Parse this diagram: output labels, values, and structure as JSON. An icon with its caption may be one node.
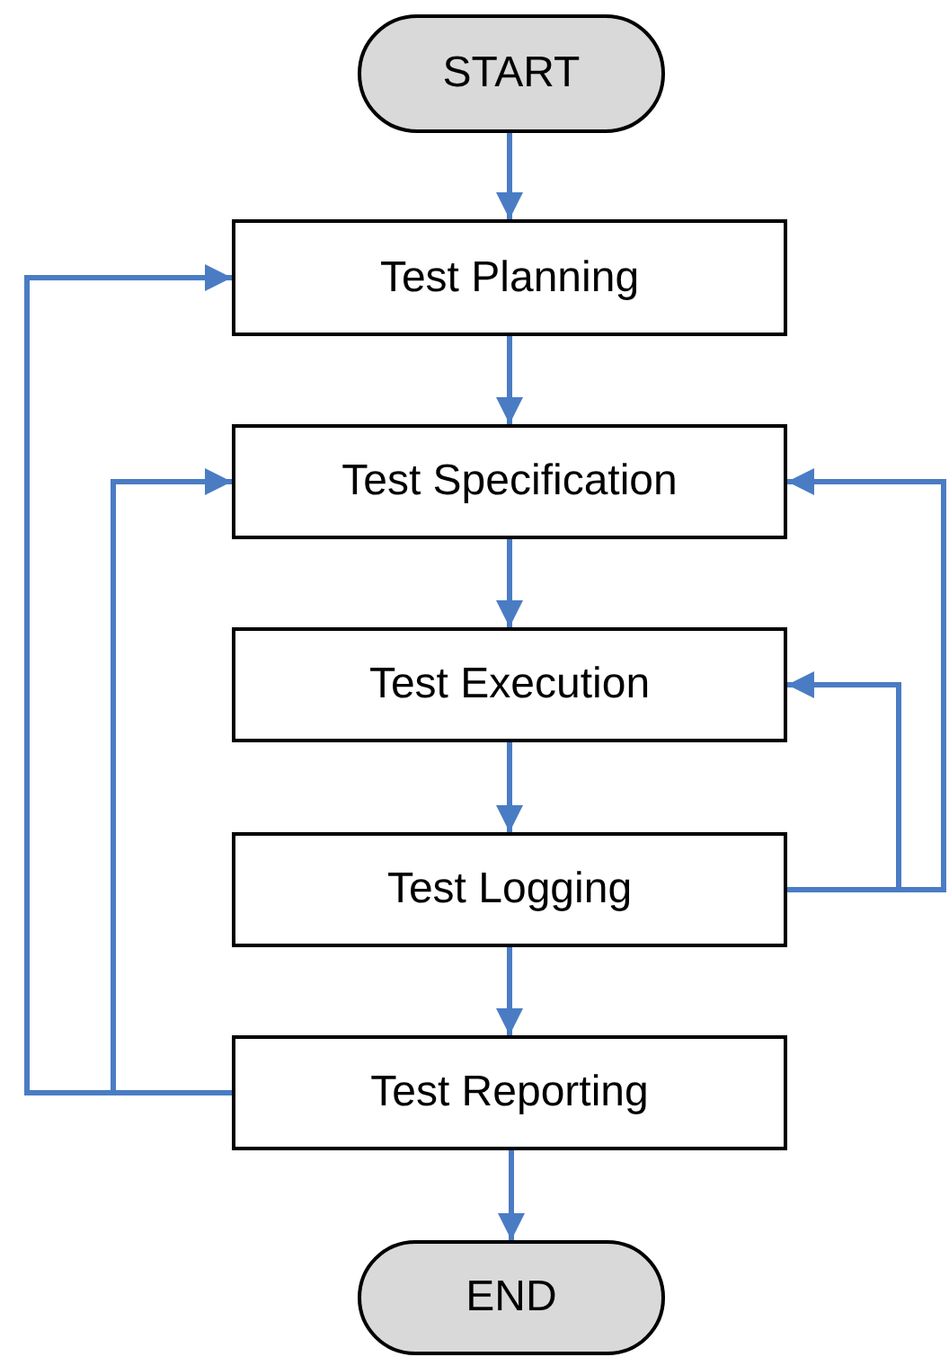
{
  "diagram": {
    "nodes": [
      {
        "text": [
          "START"
        ]
      },
      {
        "text": [
          "Test Planning"
        ]
      },
      {
        "text": [
          "Test Specification"
        ]
      },
      {
        "text": [
          "Test Execution"
        ]
      },
      {
        "text": [
          "Test Logging"
        ]
      },
      {
        "text": [
          "Test Reporting"
        ]
      },
      {
        "text": [
          "END"
        ]
      }
    ],
    "edges": [
      {
        "from": 0,
        "to": 1,
        "arrow": "to"
      },
      {
        "from": 1,
        "to": 2,
        "arrow": "to"
      },
      {
        "from": 2,
        "to": 3,
        "arrow": "to"
      },
      {
        "from": 3,
        "to": 4,
        "arrow": "to"
      },
      {
        "from": 4,
        "to": 5,
        "arrow": "to"
      },
      {
        "from": 5,
        "to": 6,
        "arrow": "to"
      },
      {
        "from": 5,
        "to": 1,
        "arrow": "to"
      },
      {
        "from": 5,
        "to": 2,
        "arrow": "to"
      },
      {
        "from": 4,
        "to": 3,
        "arrow": "to"
      },
      {
        "from": 4,
        "to": 2,
        "arrow": "to"
      }
    ]
  }
}
